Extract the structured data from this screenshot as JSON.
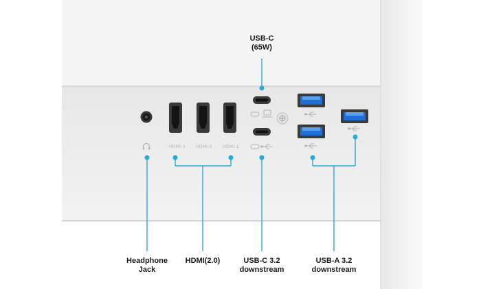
{
  "top_callout": {
    "line1": "USB-C",
    "line2": "(65W)"
  },
  "port_labels": {
    "hdmi3": "HDMI-3",
    "hdmi2": "HDMI-2",
    "hdmi1": "HDMI-1"
  },
  "callouts": {
    "headphone": {
      "line1": "Headphone",
      "line2": "Jack"
    },
    "hdmi": {
      "line1": "HDMI(2.0)"
    },
    "usbc_down": {
      "line1": "USB-C 3.2",
      "line2": "downstream"
    },
    "usba_down": {
      "line1": "USB-A 3.2",
      "line2": "downstream"
    }
  },
  "colors": {
    "accent": "#29a9d6",
    "usb_a_blue": "#1f6fd6",
    "panel": "#f0f0f0",
    "port_dark": "#2b2b2b"
  },
  "icons": [
    "headphone-icon",
    "usb-icon",
    "laptop-icon",
    "usb-c-icon",
    "kensington-lock-icon"
  ]
}
